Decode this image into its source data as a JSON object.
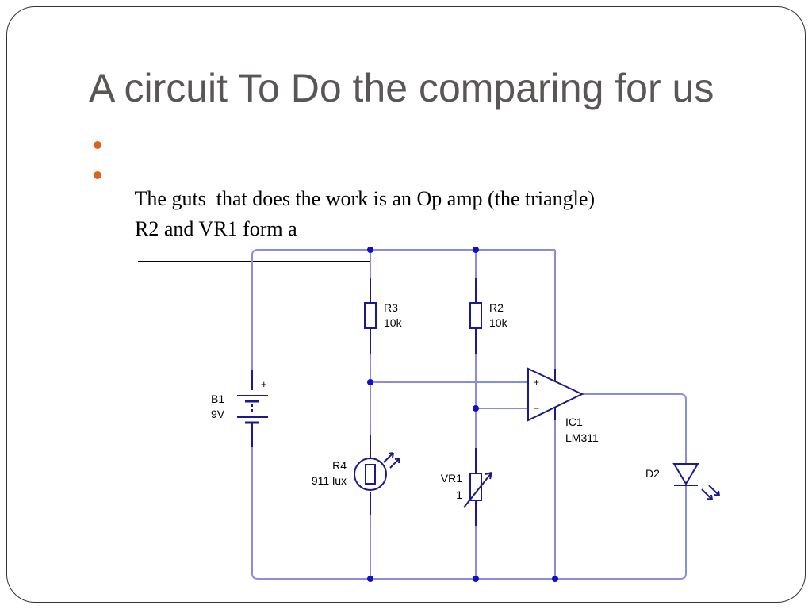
{
  "slide": {
    "title": "A circuit To Do the comparing for us",
    "bullets": [
      {
        "text": "The guts  that does the work is an Op amp (the triangle)"
      },
      {
        "text": "R2 and VR1 form a",
        "blank": true
      }
    ],
    "bullet_color": "#e0611a"
  },
  "circuit": {
    "wire_color": "#8c8cdf",
    "component_color": "#1a1a8a",
    "node_color": "#1010cc",
    "labels": {
      "r3_name": "R3",
      "r3_value": "10k",
      "r2_name": "R2",
      "r2_value": "10k",
      "b1_name": "B1",
      "b1_value": "9V",
      "b1_plus": "+",
      "r4_name": "R4",
      "r4_value": "911 lux",
      "vr1_name": "VR1",
      "vr1_value": "1",
      "ic1_name": "IC1",
      "ic1_value": "LM311",
      "ic1_plus": "+",
      "ic1_minus": "−",
      "d2_name": "D2"
    }
  }
}
